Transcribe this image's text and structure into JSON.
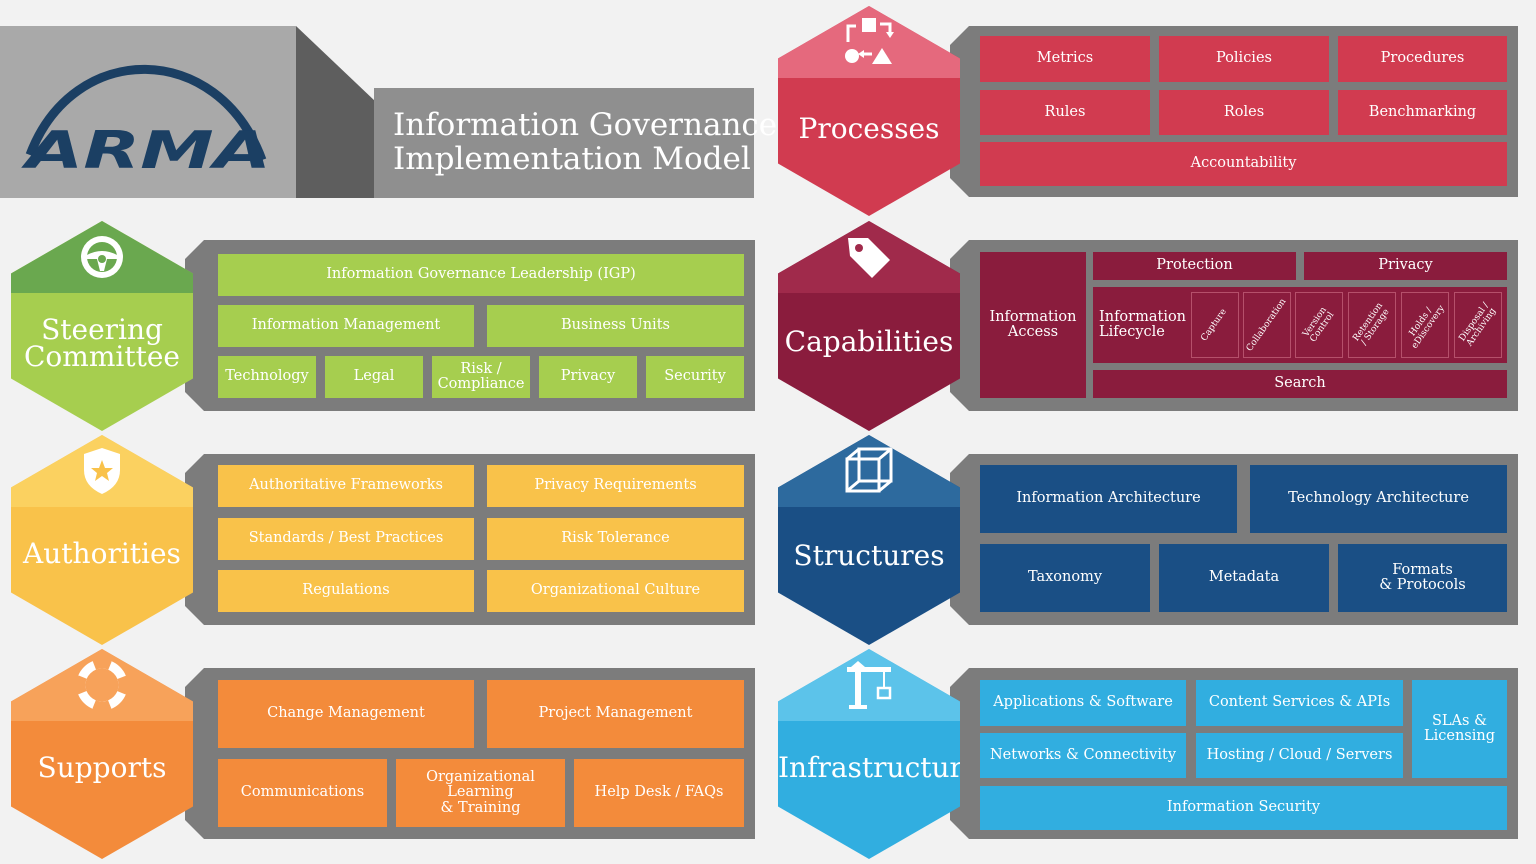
{
  "header": {
    "logo_text": "ARMA",
    "title_line1": "Information Governance",
    "title_line2": "Implementation Model"
  },
  "steering": {
    "label_line1": "Steering",
    "label_line2": "Committee",
    "icon": "steering-wheel-icon",
    "color_top": "#6aa84f",
    "color_main": "#a6ce4f",
    "items": {
      "igp": "Information Governance Leadership (IGP)",
      "im": "Information Management",
      "bu": "Business Units",
      "tech": "Technology",
      "legal": "Legal",
      "risk": "Risk / Compliance",
      "privacy": "Privacy",
      "security": "Security"
    }
  },
  "authorities": {
    "label": "Authorities",
    "icon": "shield-star-icon",
    "color_top": "#fbd160",
    "color_main": "#f9c24a",
    "items": {
      "frameworks": "Authoritative Frameworks",
      "privacy_req": "Privacy Requirements",
      "standards": "Standards / Best Practices",
      "risk_tol": "Risk Tolerance",
      "regulations": "Regulations",
      "culture": "Organizational Culture"
    }
  },
  "supports": {
    "label": "Supports",
    "icon": "lifebuoy-icon",
    "color_top": "#f7a25a",
    "color_main": "#f38b3b",
    "items": {
      "change": "Change Management",
      "project": "Project Management",
      "comms": "Communications",
      "learning_l1": "Organizational",
      "learning_l2": "Learning",
      "learning_l3": "& Training",
      "helpdesk": "Help Desk / FAQs"
    }
  },
  "processes": {
    "label": "Processes",
    "icon": "process-flow-icon",
    "color_top": "#e5697d",
    "color_main": "#d13b50",
    "items": {
      "metrics": "Metrics",
      "policies": "Policies",
      "procedures": "Procedures",
      "rules": "Rules",
      "roles": "Roles",
      "benchmarking": "Benchmarking",
      "accountability": "Accountability"
    }
  },
  "capabilities": {
    "label": "Capabilities",
    "icon": "tag-icon",
    "color_top": "#a02a4b",
    "color_main": "#8a1c3d",
    "items": {
      "protection": "Protection",
      "privacy": "Privacy",
      "access_l1": "Information",
      "access_l2": "Access",
      "lifecycle_l1": "Information",
      "lifecycle_l2": "Lifecycle",
      "capture": "Capture",
      "collaboration": "Collaboration",
      "version_l1": "Version",
      "version_l2": "Control",
      "retention_l1": "Retention",
      "retention_l2": "/ Storage",
      "holds_l1": "Holds /",
      "holds_l2": "eDiscovery",
      "disposal_l1": "Disposal /",
      "disposal_l2": "Archiving",
      "search": "Search"
    }
  },
  "structures": {
    "label": "Structures",
    "icon": "cube-icon",
    "color_top": "#2d6a9e",
    "color_main": "#1a4f85",
    "items": {
      "info_arch": "Information Architecture",
      "tech_arch": "Technology Architecture",
      "taxonomy": "Taxonomy",
      "metadata": "Metadata",
      "formats_l1": "Formats",
      "formats_l2": "& Protocols"
    }
  },
  "infrastructure": {
    "label": "Infrastructure",
    "icon": "crane-icon",
    "color_top": "#5cc3ea",
    "color_main": "#31aee0",
    "items": {
      "apps": "Applications & Software",
      "content": "Content Services & APIs",
      "sla_l1": "SLAs &",
      "sla_l2": "Licensing",
      "networks": "Networks & Connectivity",
      "hosting": "Hosting / Cloud / Servers",
      "security": "Information Security"
    }
  }
}
